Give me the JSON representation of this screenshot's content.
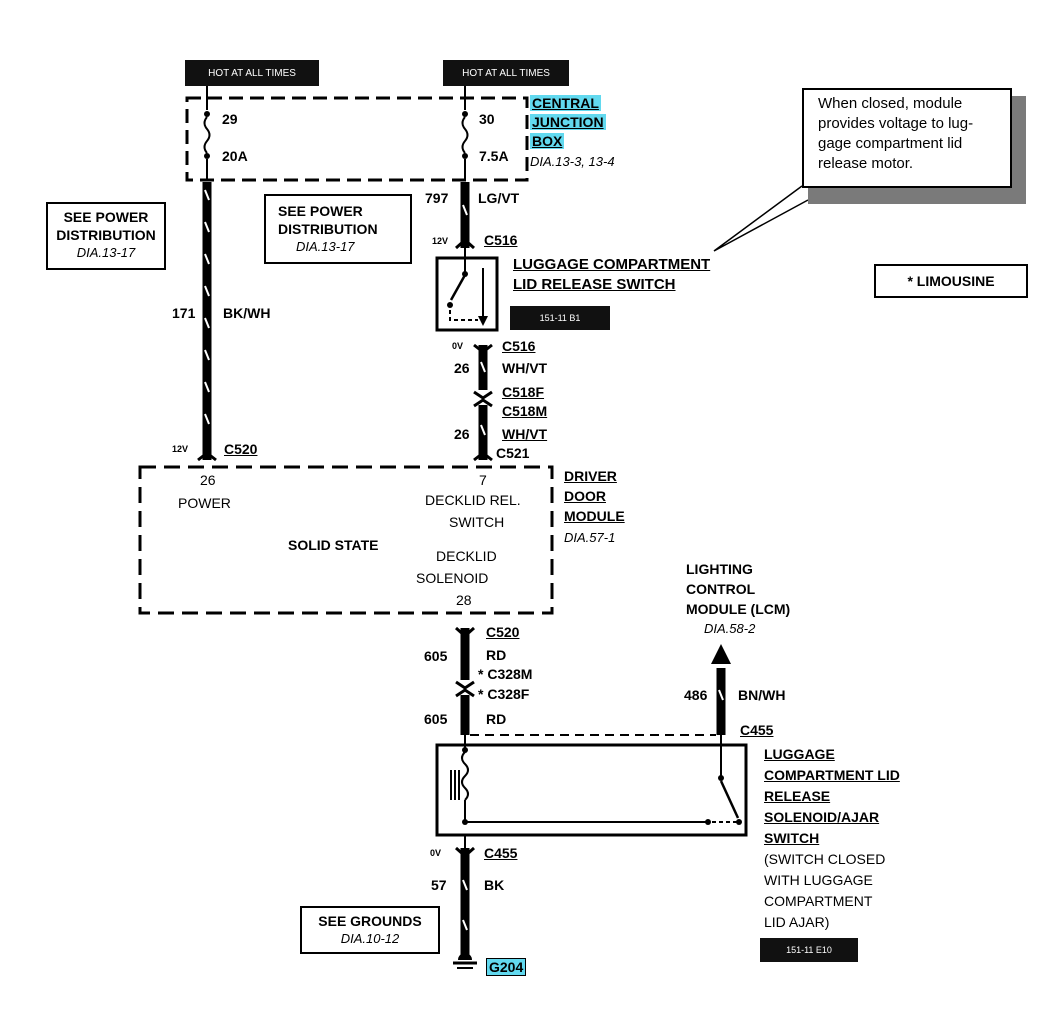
{
  "hot_left": "HOT AT ALL TIMES",
  "hot_right": "HOT AT ALL TIMES",
  "cjb": {
    "l1": "CENTRAL",
    "l2": "JUNCTION",
    "l3": "BOX",
    "ref": "DIA.13-3, 13-4",
    "fuse_left_num": "29",
    "fuse_left_amp": "20A",
    "fuse_right_num": "30",
    "fuse_right_amp": "7.5A"
  },
  "callout": {
    "text": "When closed, module provides voltage to luggage compartment lid release motor.",
    "l1": "When closed, module",
    "l2": "provides voltage to lug-",
    "l3": "gage compartment lid",
    "l4": "release motor."
  },
  "see_power_left": {
    "l1": "SEE POWER",
    "l2": "DISTRIBUTION",
    "ref": "DIA.13-17"
  },
  "see_power_mid": {
    "l1": "SEE POWER",
    "l2": "DISTRIBUTION",
    "ref": "DIA.13-17"
  },
  "limo": "* LIMOUSINE",
  "wire797": {
    "num": "797",
    "color": "LG/VT"
  },
  "wire171": {
    "num": "171",
    "color": "BK/WH"
  },
  "c516_top": "C516",
  "v12_top": "12V",
  "lcs": {
    "l1": "LUGGAGE COMPARTMENT",
    "l2": "LID RELEASE SWITCH",
    "code": "151-11 B1"
  },
  "v0_mid": "0V",
  "c516_bot": "C516",
  "wire26a": {
    "num": "26",
    "color": "WH/VT"
  },
  "c518f": "C518F",
  "c518m": "C518M",
  "wire26b": {
    "num": "26",
    "color": "WH/VT"
  },
  "c521": "C521",
  "v12_left": "12V",
  "c520_top": "C520",
  "ddm": {
    "pin26": "26",
    "power": "POWER",
    "solid": "SOLID STATE",
    "pin7": "7",
    "decklid_rel": "DECKLID REL.",
    "switch": "SWITCH",
    "decklid": "DECKLID",
    "solenoid": "SOLENOID",
    "pin28": "28",
    "l1": "DRIVER",
    "l2": "DOOR",
    "l3": "MODULE",
    "ref": "DIA.57-1"
  },
  "lcm": {
    "l1": "LIGHTING",
    "l2": "CONTROL",
    "l3": "MODULE (LCM)",
    "ref": "DIA.58-2"
  },
  "c520_bot": "C520",
  "rd1": "RD",
  "w605a": "605",
  "c328m": "* C328M",
  "c328f": "* C328F",
  "w605b": "605",
  "rd2": "RD",
  "w486": "486",
  "bnwh": "BN/WH",
  "c455_top": "C455",
  "solsw": {
    "l1": "LUGGAGE",
    "l2": "COMPARTMENT LID",
    "l3": "RELEASE",
    "l4": "SOLENOID/AJAR",
    "l5": "SWITCH",
    "n1": "(SWITCH CLOSED",
    "n2": "WITH LUGGAGE",
    "n3": "COMPARTMENT",
    "n4": "LID AJAR)",
    "code": "151-11 E10"
  },
  "v0_bot": "0V",
  "c455_bot": "C455",
  "w57": {
    "num": "57",
    "color": "BK"
  },
  "see_grounds": {
    "l1": "SEE GROUNDS",
    "ref": "DIA.10-12"
  },
  "g204": "G204",
  "colors": {
    "highlight": "#62d9ef",
    "black": "#000000"
  }
}
